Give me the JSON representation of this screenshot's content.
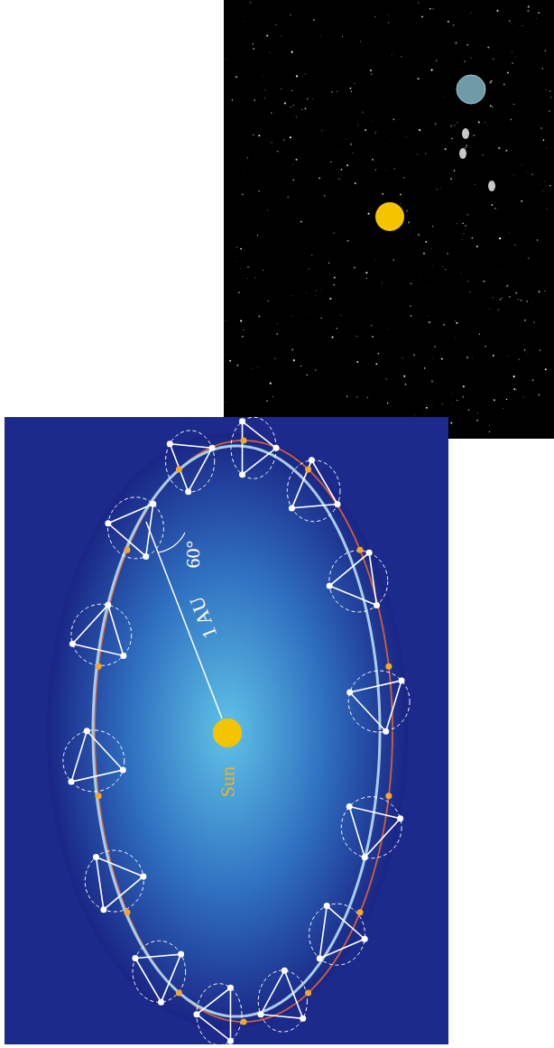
{
  "diagram": {
    "labels": [
      "Sun",
      "1 AU",
      "60°"
    ]
  }
}
